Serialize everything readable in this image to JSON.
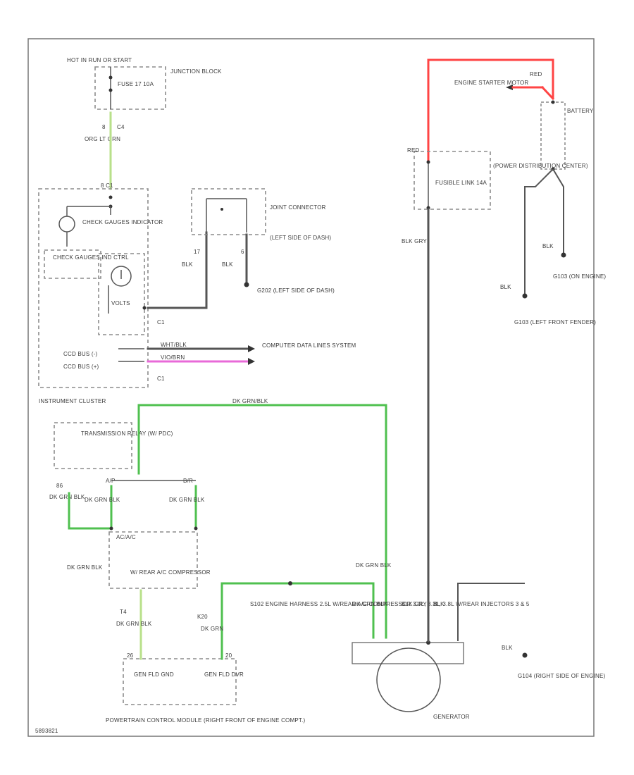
{
  "labels": {
    "hot_at_all_times": "HOT IN RUN OR START",
    "junction_block": "JUNCTION BLOCK",
    "fuse": "FUSE 17 10A",
    "c4": "C4",
    "pin8": "8",
    "org_ltgrn": "ORG LT GRN",
    "c1_top": "8 C1",
    "check_gauges_indicator": "CHECK GAUGES INDICATOR",
    "check_gauges_ind_ctrl": "CHECK GAUGES IND CTRL",
    "volts": "VOLTS",
    "joint_connector": "JOINT CONNECTOR",
    "left_side_dash": "(LEFT SIDE OF DASH)",
    "pin17": "17",
    "pin6": "6",
    "blk1": "BLK",
    "blk2": "BLK",
    "g202": "G202 (LEFT SIDE OF DASH)",
    "c1_mid": "C1",
    "c1_low": "C1",
    "wht_blk": "WHT/BLK",
    "vio_brn": "VIO/BRN",
    "ccd_bus_neg": "CCD BUS (-)",
    "ccd_bus_pos": "CCD BUS (+)",
    "computer_data": "COMPUTER DATA LINES SYSTEM",
    "instrument_cluster": "INSTRUMENT CLUSTER",
    "dk_grn_blk_top": "DK GRN/BLK",
    "trans_relay": "TRANSMISSION RELAY (W/ PDC)",
    "pin_86": "86",
    "dk_grn_blk_a": "DK GRN BLK",
    "dk_grn_blk_b": "DK GRN BLK",
    "dk_grn_blk_c": "DK GRN BLK",
    "dk_grn_blk_d": "DK GRN BLK",
    "dk_grn_blk_e": "DK GRN BLK",
    "dk_grn_blk_f": "DK GRN BLK",
    "a_pin": "A/P",
    "b_pin": "B/R",
    "a_c_comp": "AC/A/C",
    "w_ac_comp": "W/ REAR A/C COMPRESSOR",
    "dk_grn_blk_g": "DK GRN BLK",
    "pin_t4": "T4",
    "pin_k20": "K20",
    "dk_grn": "DK GRN",
    "s102": "S102 ENGINE HARNESS 2.5L W/REAR A/C COMPRESSOR 3.0L, 3.3L, 3.8L W/REAR INJECTORS 3 & 5",
    "pcm": "POWERTRAIN CONTROL MODULE (RIGHT FRONT OF ENGINE COMPT.)",
    "gen_fld_gnd": "GEN FLD GND",
    "gen_fld_dvr": "GEN FLD DVR",
    "pcm_pin_left": "26",
    "pcm_pin_right": "20",
    "generator": "GENERATOR",
    "engine_starter_motor": "ENGINE STARTER MOTOR",
    "red_top": "RED",
    "red_left": "RED",
    "battery": "BATTERY",
    "power_distribution_center": "(POWER DISTRIBUTION CENTER)",
    "fusible_link": "FUSIBLE LINK 14A",
    "blk_gry": "BLK GRY",
    "blk_gry2": "BLK GRY",
    "blk_right": "BLK",
    "g103": "G103 (LEFT FRONT FENDER)",
    "g103b": "G103 (ON ENGINE)",
    "blk_g103": "BLK",
    "blk_g104": "BLK",
    "blk_gen": "BLK",
    "g104": "G104 (RIGHT SIDE OF ENGINE)",
    "blk_g104b": "BLK",
    "footer_code": "5893821"
  },
  "colors": {
    "green": "#4fc04f",
    "lightgreen": "#b8e08a",
    "red": "#ff4444",
    "pink": "#e86ad8",
    "dark": "#555555"
  }
}
